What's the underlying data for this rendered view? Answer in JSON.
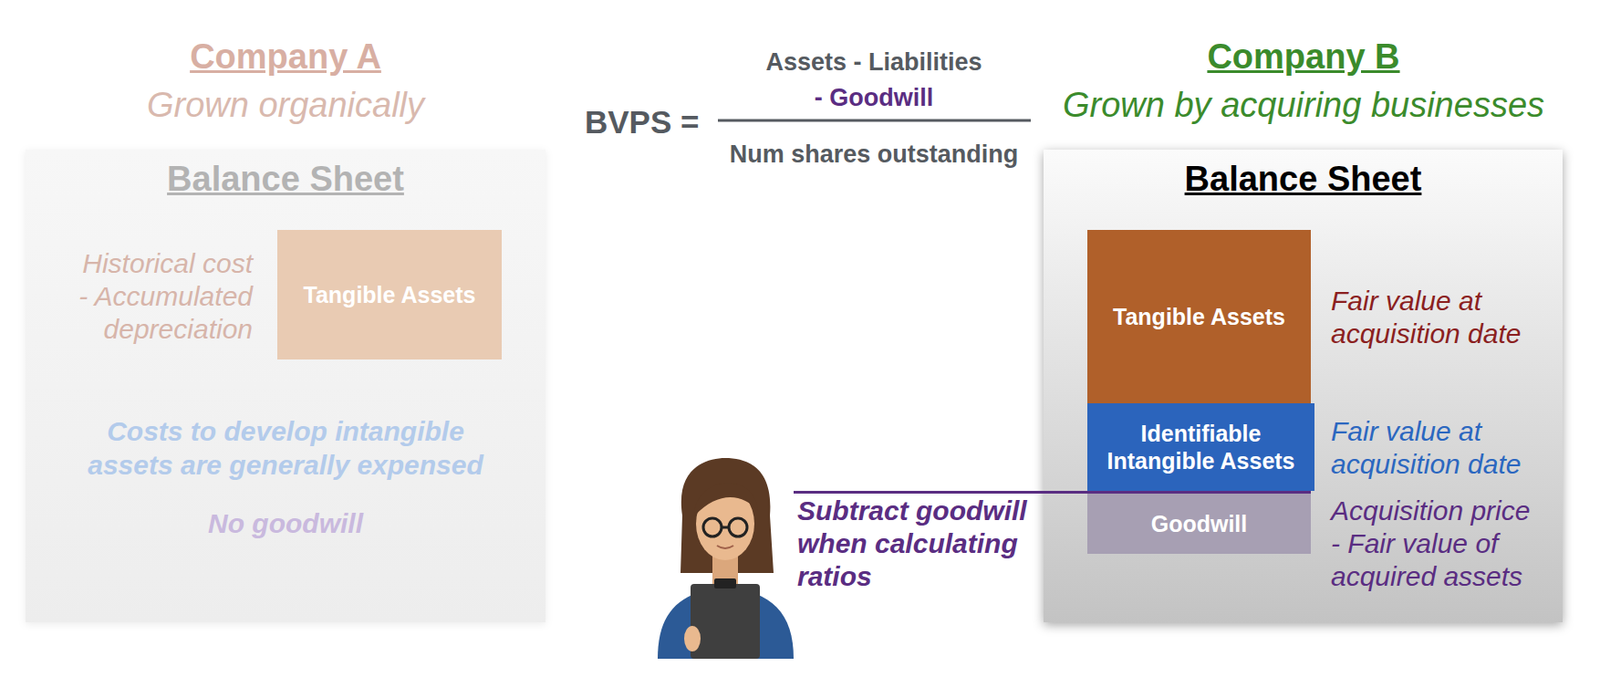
{
  "diagram": {
    "nodes": [
      {
        "text": [
          "Balance Sheet",
          "Historical cost - Accumulated depreciation",
          "Costs to develop intangible assets are generally expensed",
          "No goodwill"
        ]
      },
      {
        "text": [
          "Tangible Assets"
        ],
        "in": 0
      },
      {
        "text": [
          "Balance Sheet",
          "Fair value at acquisition date",
          "Fair value at acquisition date",
          "Acquisition price - Fair value of acquired assets"
        ]
      },
      {
        "text": [
          "Tangible Assets"
        ],
        "in": 2
      },
      {
        "text": [
          "Identifiable Intangible Assets"
        ],
        "in": 2
      },
      {
        "text": [
          "Goodwill"
        ],
        "in": 2
      }
    ],
    "labels": [
      "Company A",
      "Grown organically",
      "BVPS =",
      "Assets - Liabilities",
      "- Goodwill",
      "Num shares outstanding",
      "Company B",
      "Grown by acquiring businesses",
      "Subtract goodwill when calculating ratios"
    ]
  }
}
